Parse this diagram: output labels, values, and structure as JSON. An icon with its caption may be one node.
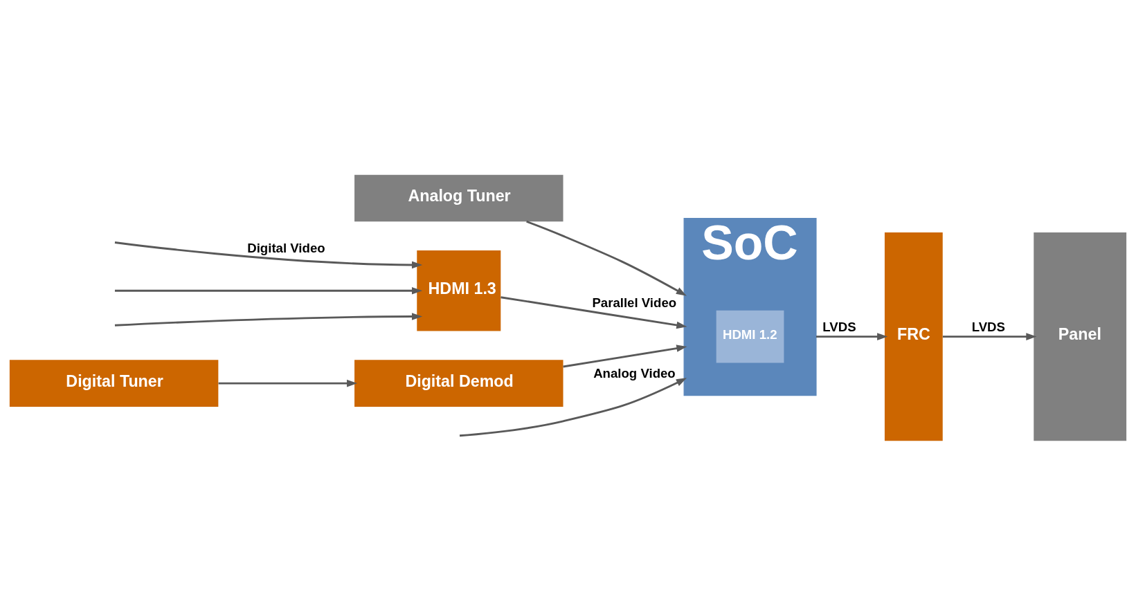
{
  "diagram": {
    "nodes": [
      {
        "text": [
          "Analog Tuner"
        ]
      },
      {
        "text": [
          "SoC"
        ]
      },
      {
        "text": [
          "HDMI 1.2"
        ],
        "in": 1
      },
      {
        "text": [
          "HDMI 1.3"
        ]
      },
      {
        "text": [
          "FRC"
        ]
      },
      {
        "text": [
          "Panel"
        ]
      },
      {
        "text": [
          "Digital Demod"
        ]
      },
      {
        "text": [
          "Digital Tuner"
        ]
      }
    ],
    "edges": [
      {
        "from": null,
        "to": 3,
        "arrow": "to",
        "label": "Digital Video"
      },
      {
        "from": null,
        "to": 3,
        "arrow": "to"
      },
      {
        "from": null,
        "to": 3,
        "arrow": "to"
      },
      {
        "from": null,
        "to": 1,
        "arrow": "to",
        "label": "Analog Video"
      },
      {
        "from": 3,
        "to": 1,
        "arrow": "to",
        "label": "Parallel Video"
      },
      {
        "from": 0,
        "to": 1,
        "arrow": "to"
      },
      {
        "from": 1,
        "to": 4,
        "arrow": "to",
        "label": "LVDS"
      },
      {
        "from": 4,
        "to": 5,
        "arrow": "to",
        "label": "LVDS"
      },
      {
        "from": 6,
        "to": 1,
        "arrow": "to"
      },
      {
        "from": 7,
        "to": 6,
        "arrow": "to"
      }
    ]
  }
}
